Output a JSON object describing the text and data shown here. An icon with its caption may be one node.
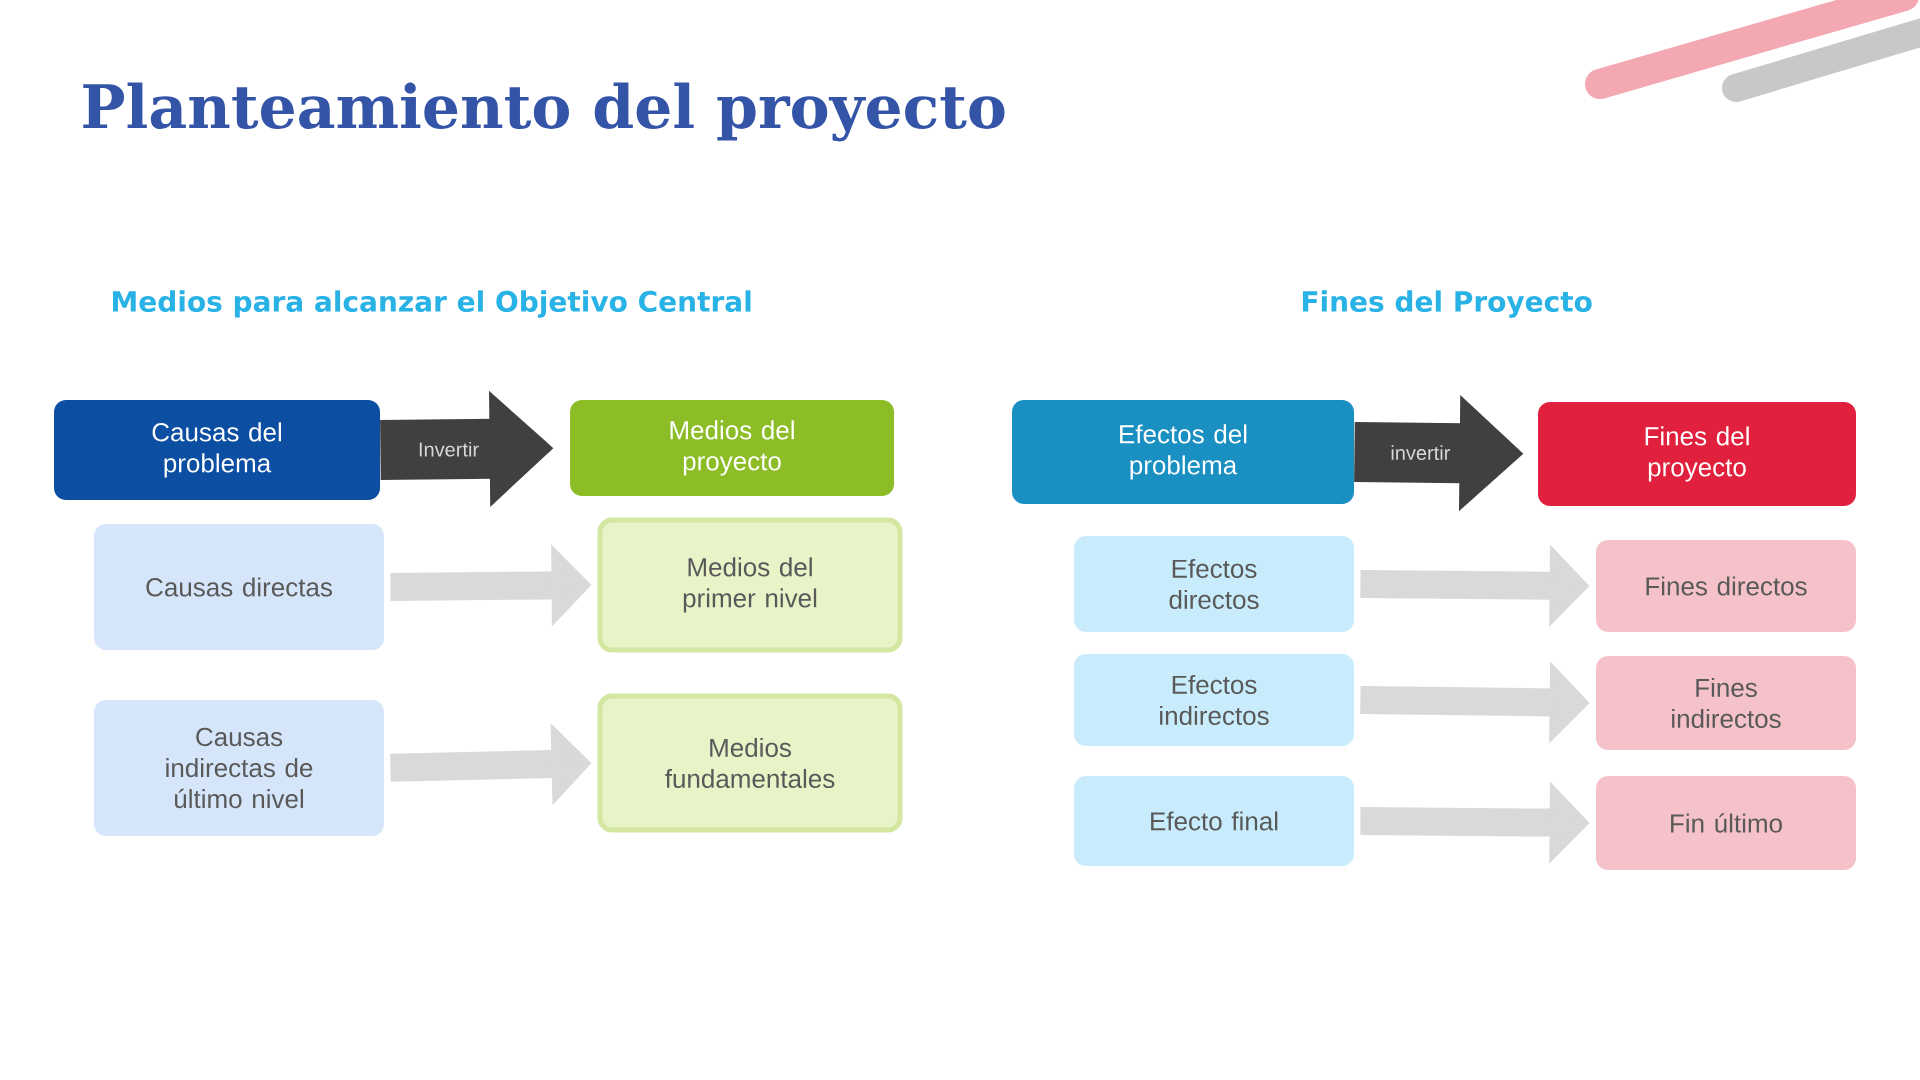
{
  "diagram": {
    "title": "Planteamiento del proyecto",
    "nodes": [
      {
        "text": [
          "Causas del problema"
        ]
      },
      {
        "text": [
          "Medios del proyecto"
        ]
      },
      {
        "text": [
          "Causas directas"
        ]
      },
      {
        "text": [
          "Medios del primer nivel"
        ]
      },
      {
        "text": [
          "Causas indirectas de último nivel"
        ]
      },
      {
        "text": [
          "Medios fundamentales"
        ]
      },
      {
        "text": [
          "Efectos del problema"
        ]
      },
      {
        "text": [
          "Fines del proyecto"
        ]
      },
      {
        "text": [
          "Efectos directos"
        ]
      },
      {
        "text": [
          "Fines directos"
        ]
      },
      {
        "text": [
          "Efectos indirectos"
        ]
      },
      {
        "text": [
          "Fines indirectos"
        ]
      },
      {
        "text": [
          "Efecto final"
        ]
      },
      {
        "text": [
          "Fin último"
        ]
      }
    ],
    "edges": [
      {
        "from": 0,
        "to": 1,
        "arrow": "to",
        "label": "Invertir",
        "style": "thick",
        "color": "#404040"
      },
      {
        "from": 2,
        "to": 3,
        "arrow": "to"
      },
      {
        "from": 4,
        "to": 5,
        "arrow": "to"
      },
      {
        "from": 6,
        "to": 7,
        "arrow": "to",
        "label": "invertir",
        "style": "thick",
        "color": "#404040"
      },
      {
        "from": 8,
        "to": 9,
        "arrow": "to"
      },
      {
        "from": 10,
        "to": 11,
        "arrow": "to"
      },
      {
        "from": 12,
        "to": 13,
        "arrow": "to"
      }
    ],
    "labels": [
      "Medios para alcanzar el Objetivo Central",
      "Fines del Proyecto"
    ]
  }
}
